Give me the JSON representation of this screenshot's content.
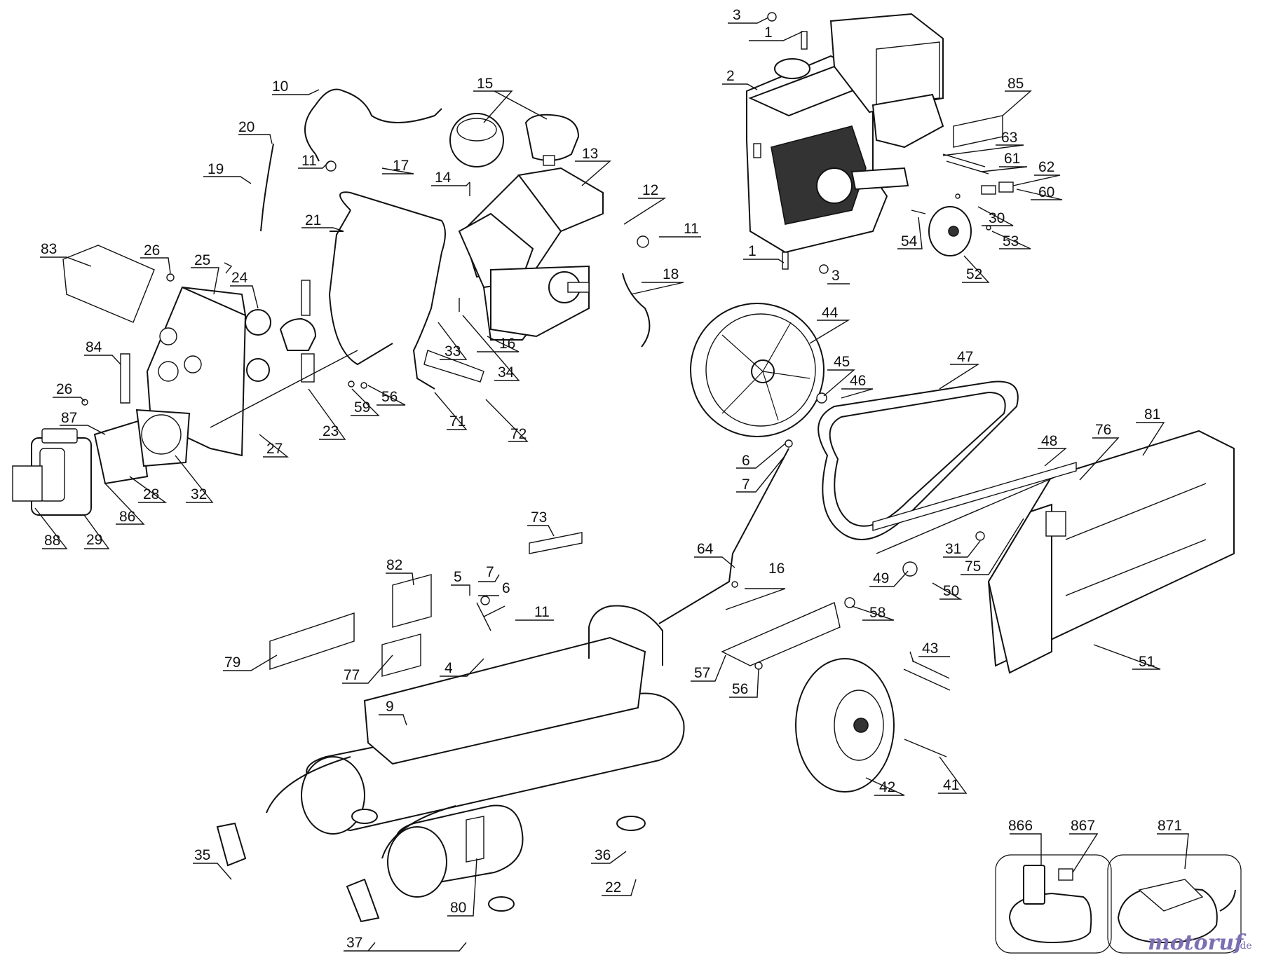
{
  "diagram": {
    "watermark": {
      "brand": "motoruf",
      "tld": ".de"
    },
    "callouts": [
      "1",
      "1",
      "2",
      "3",
      "3",
      "4",
      "5",
      "6",
      "6",
      "7",
      "7",
      "9",
      "10",
      "11",
      "11",
      "11",
      "12",
      "13",
      "14",
      "15",
      "16",
      "16",
      "17",
      "18",
      "19",
      "20",
      "21",
      "22",
      "23",
      "24",
      "25",
      "26",
      "26",
      "27",
      "28",
      "29",
      "30",
      "31",
      "32",
      "33",
      "34",
      "35",
      "36",
      "37",
      "41",
      "42",
      "43",
      "44",
      "45",
      "46",
      "47",
      "48",
      "49",
      "50",
      "51",
      "52",
      "53",
      "54",
      "56",
      "56",
      "57",
      "58",
      "59",
      "60",
      "61",
      "62",
      "63",
      "64",
      "71",
      "72",
      "73",
      "75",
      "76",
      "77",
      "79",
      "80",
      "81",
      "82",
      "83",
      "84",
      "85",
      "86",
      "87",
      "88",
      "866",
      "867",
      "871"
    ]
  }
}
